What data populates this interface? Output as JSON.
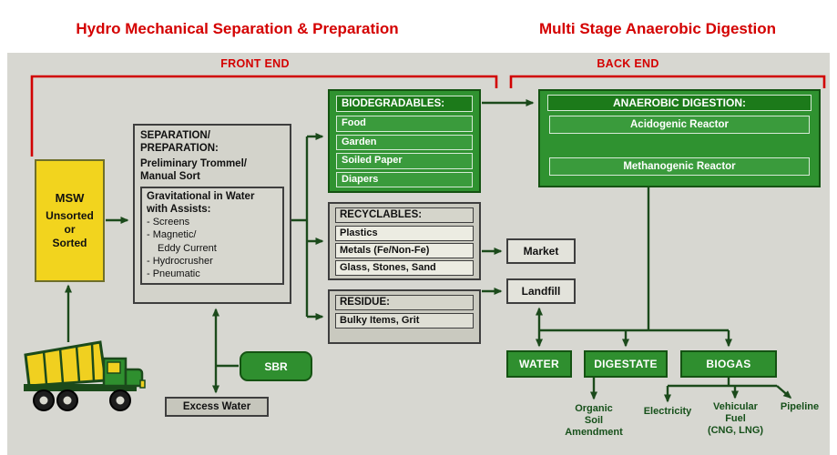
{
  "titles": {
    "left": "Hydro Mechanical Separation & Preparation",
    "right": "Multi Stage Anaerobic Digestion"
  },
  "brackets": {
    "front": "FRONT END",
    "back": "BACK END"
  },
  "msw": {
    "title": "MSW",
    "subtitle": "Unsorted\nor\nSorted"
  },
  "separation": {
    "title": "SEPARATION/\nPREPARATION:",
    "subtitle": "Preliminary Trommel/\nManual Sort",
    "inner_title": "Gravitational in Water\nwith Assists:",
    "items": [
      "- Screens",
      "- Magnetic/",
      "Eddy Current",
      "- Hydrocrusher",
      "- Pneumatic"
    ]
  },
  "biodegradables": {
    "title": "BIODEGRADABLES:",
    "items": [
      "Food",
      "Garden",
      "Soiled Paper",
      "Diapers"
    ]
  },
  "recyclables": {
    "title": "RECYCLABLES:",
    "items": [
      "Plastics",
      "Metals (Fe/Non-Fe)",
      "Glass, Stones, Sand"
    ]
  },
  "residue": {
    "title": "RESIDUE:",
    "items": [
      "Bulky Items, Grit"
    ]
  },
  "anaerobic": {
    "title": "ANAEROBIC DIGESTION:",
    "reactors": [
      "Acidogenic Reactor",
      "Methanogenic Reactor"
    ]
  },
  "nodes": {
    "market": "Market",
    "landfill": "Landfill",
    "sbr": "SBR",
    "excess_water": "Excess Water",
    "water": "WATER",
    "digestate": "DIGESTATE",
    "biogas": "BIOGAS"
  },
  "end_uses": {
    "organic": "Organic\nSoil\nAmendment",
    "electricity": "Electricity",
    "vehicular": "Vehicular\nFuel\n(CNG, LNG)",
    "pipeline": "Pipeline"
  },
  "colors": {
    "title_red": "#d40000",
    "box_green": "#2f9230",
    "dark_green_line": "#1b4a1b",
    "msw_yellow": "#f2d41e",
    "panel_gray": "#d7d7d1"
  }
}
